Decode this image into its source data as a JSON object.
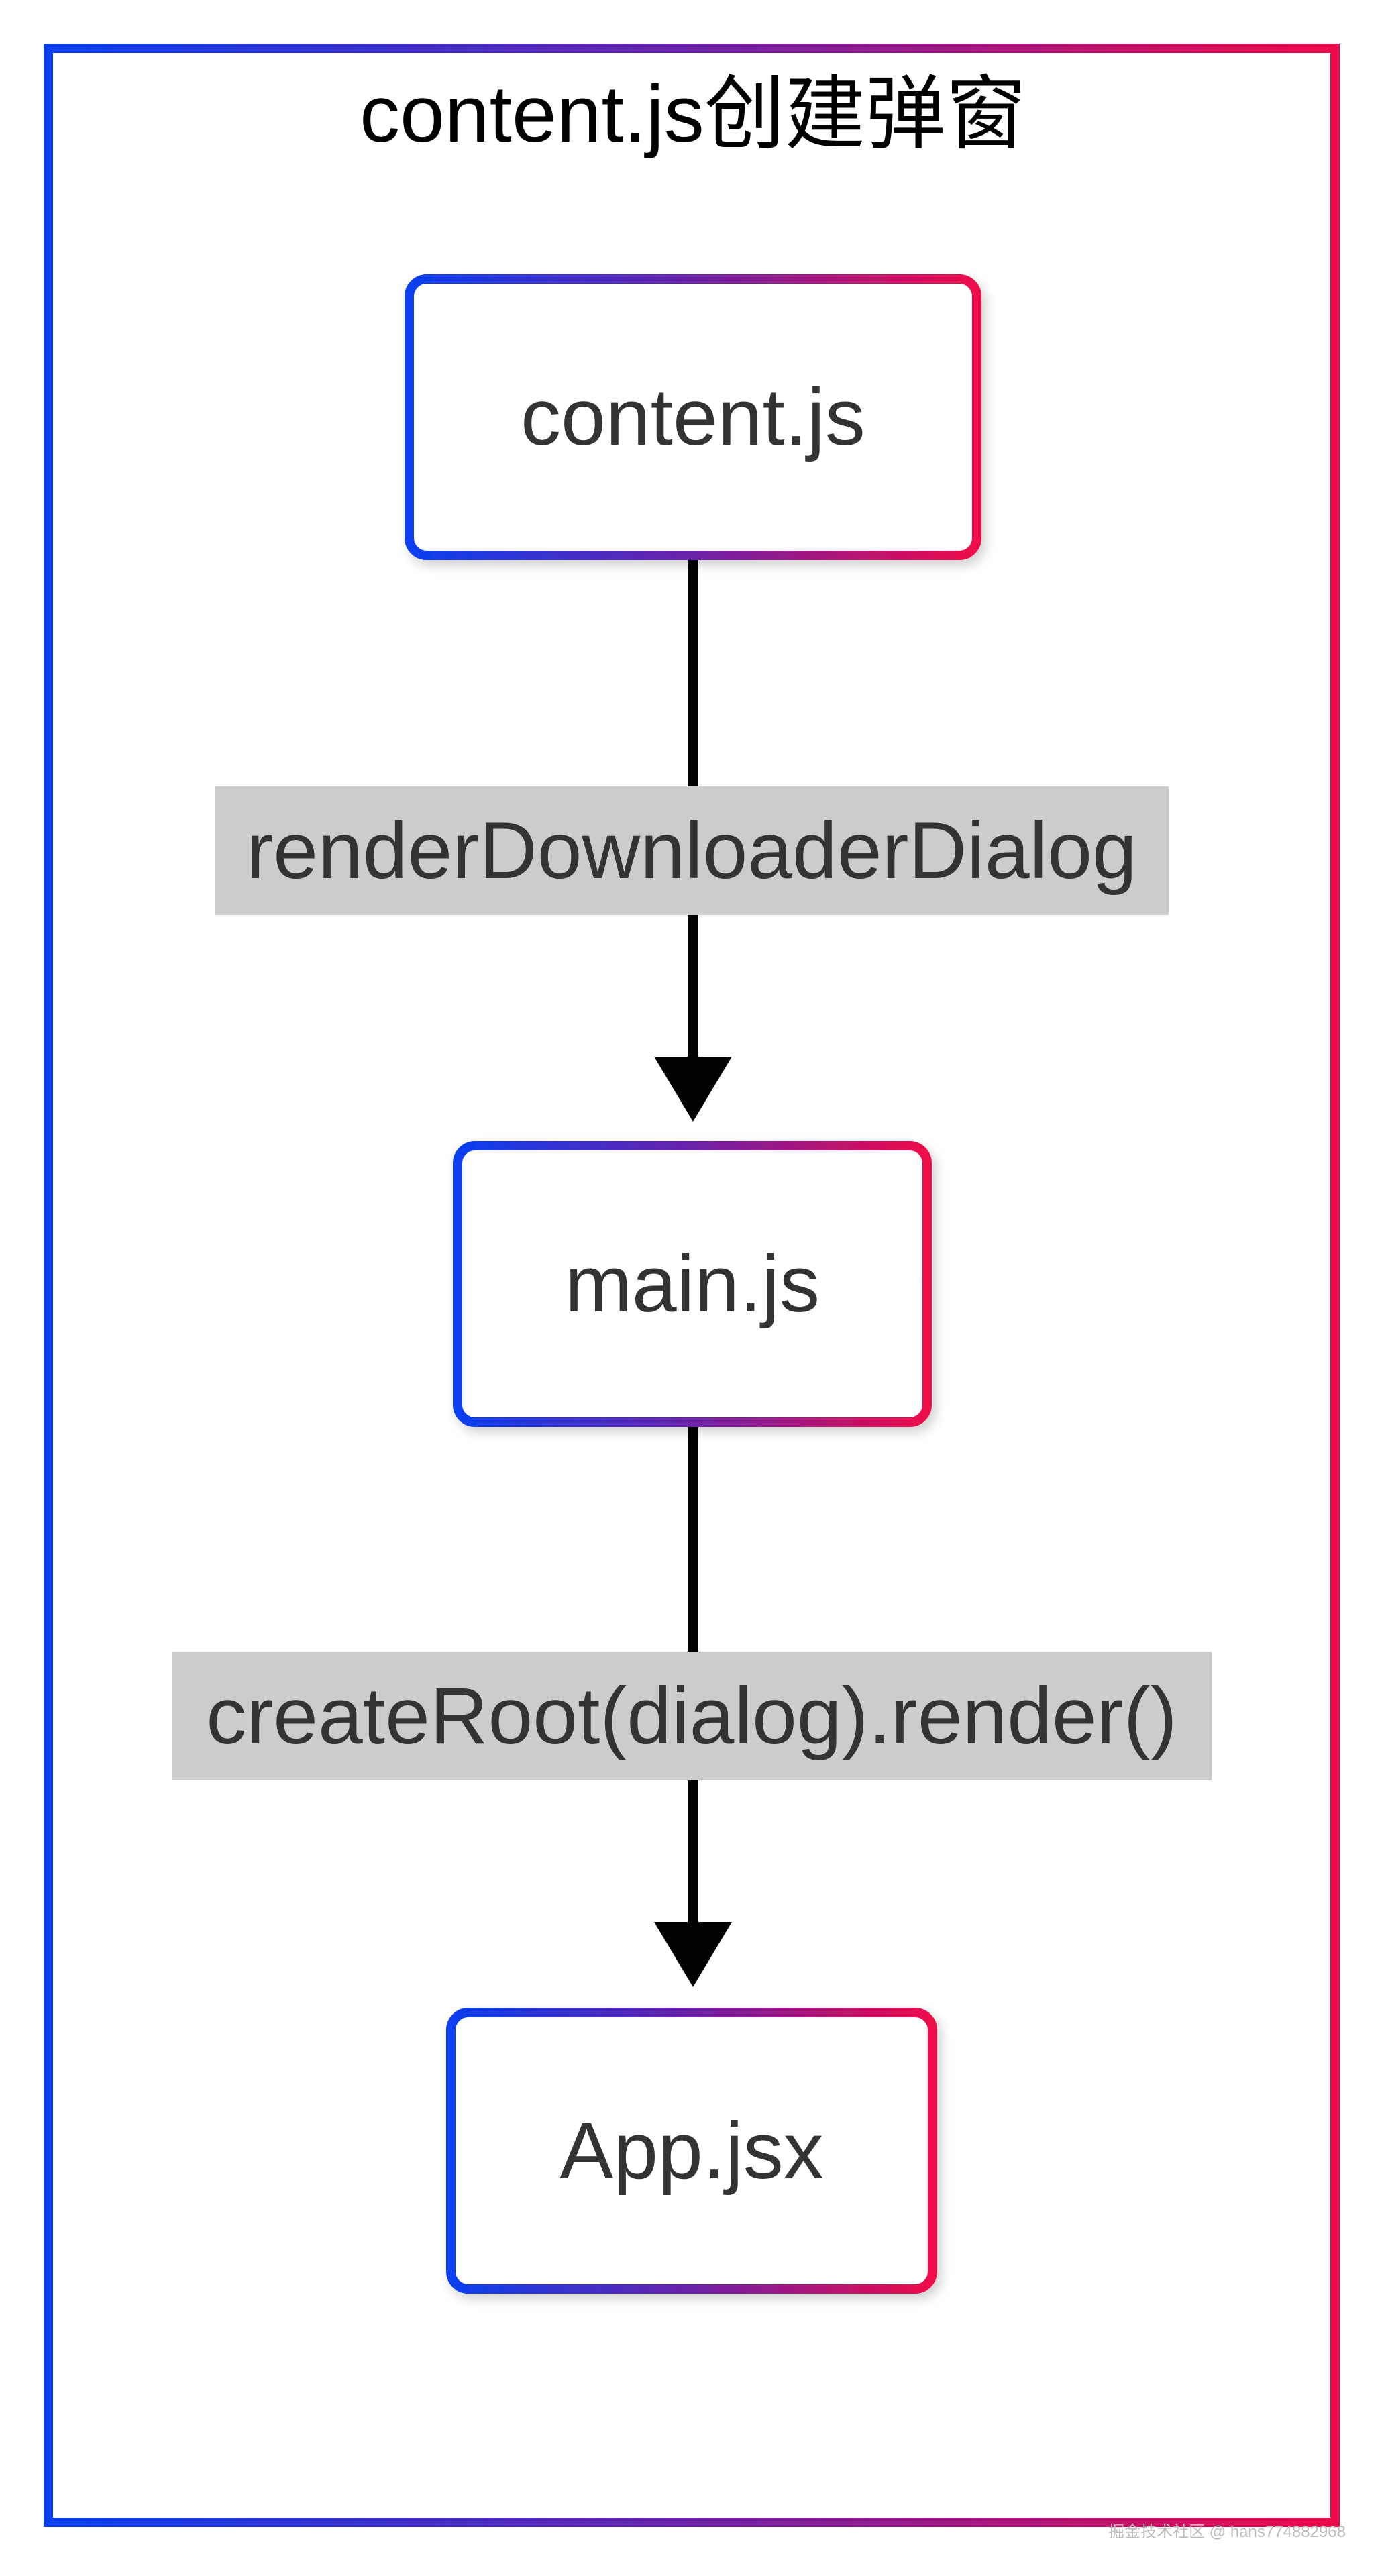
{
  "diagram": {
    "title": "content.js创建弹窗",
    "nodes": [
      {
        "id": "content",
        "label": "content.js"
      },
      {
        "id": "main",
        "label": "main.js"
      },
      {
        "id": "app",
        "label": "App.jsx"
      }
    ],
    "edges": [
      {
        "from": "content",
        "to": "main",
        "label": "renderDownloaderDialog"
      },
      {
        "from": "main",
        "to": "app",
        "label": "createRoot(dialog).render()"
      }
    ]
  },
  "colors": {
    "gradient_start": "#0a3ff0",
    "gradient_end": "#ee0a4a",
    "arrow": "#000000",
    "edge_label_bg": "#cccccc",
    "text": "#333333"
  },
  "watermark": "掘金技术社区 @ hans774882968"
}
